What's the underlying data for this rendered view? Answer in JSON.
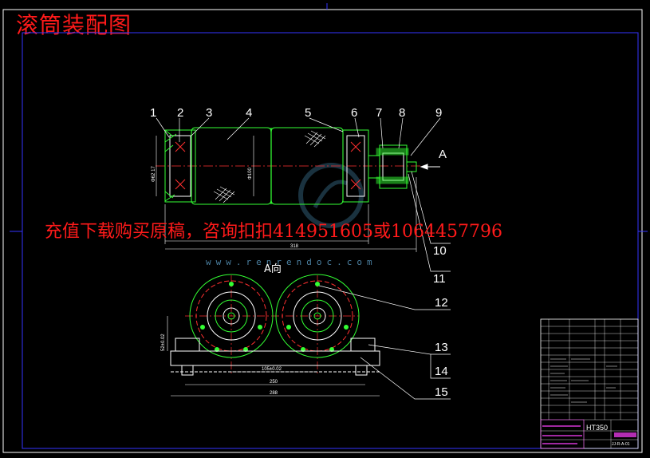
{
  "title": "滚筒装配图",
  "watermark": {
    "contact": "充值下载购买原稿，咨询扣扣414951605或1064457796",
    "url": "www.renrendoc.com"
  },
  "view_label": "A向",
  "arrow_label": "A",
  "part_numbers": [
    "1",
    "2",
    "3",
    "4",
    "5",
    "6",
    "7",
    "8",
    "9",
    "10",
    "11",
    "12",
    "13",
    "14",
    "15"
  ],
  "dimensions": {
    "overall_length": "318",
    "diameter": "Φ100",
    "bearing_dia": "Φ62 17",
    "center_height": "52±0.02",
    "center_distance": "105±0.02",
    "base_inner": "250",
    "base_outer": "288"
  },
  "title_block": {
    "material": "HT350",
    "drawing_no": "JJ-R-A-01"
  },
  "colors": {
    "background": "#000000",
    "outline": "#ffffff",
    "green": "#33ff33",
    "red": "#ff1a1a",
    "border_blue": "#3333ff",
    "centerline": "#ff3030",
    "title_block": "#ff40ff"
  }
}
